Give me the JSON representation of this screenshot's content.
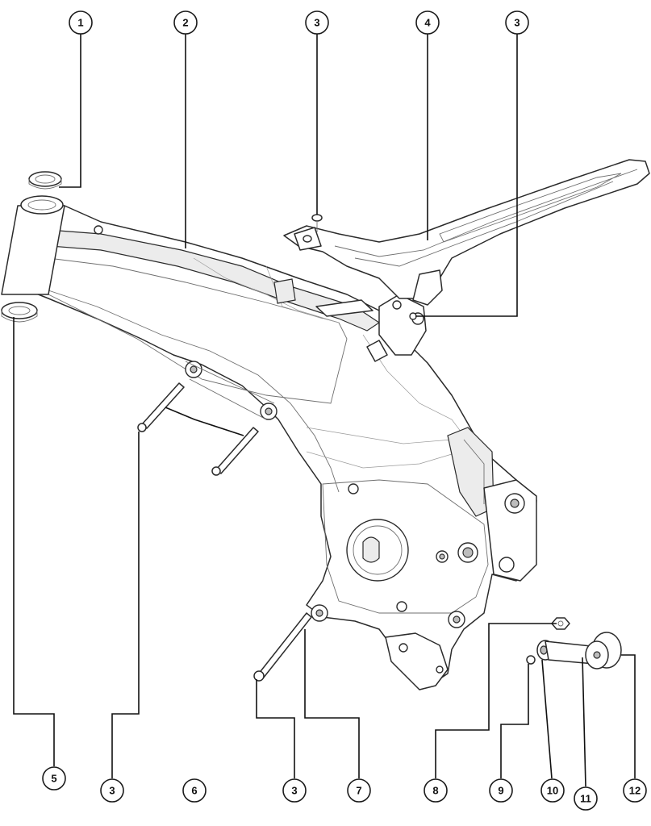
{
  "colors": {
    "line": "#2b2b2b",
    "background": "#ffffff",
    "shade": "#ececec"
  },
  "callouts": [
    {
      "id": "c1",
      "label": "1"
    },
    {
      "id": "c2",
      "label": "2"
    },
    {
      "id": "c3a",
      "label": "3"
    },
    {
      "id": "c4",
      "label": "4"
    },
    {
      "id": "c3b",
      "label": "3"
    },
    {
      "id": "c5",
      "label": "5"
    },
    {
      "id": "c3c",
      "label": "3"
    },
    {
      "id": "c6",
      "label": "6"
    },
    {
      "id": "c3d",
      "label": "3"
    },
    {
      "id": "c7",
      "label": "7"
    },
    {
      "id": "c8",
      "label": "8"
    },
    {
      "id": "c9",
      "label": "9"
    },
    {
      "id": "c10",
      "label": "10"
    },
    {
      "id": "c11",
      "label": "11"
    },
    {
      "id": "c12",
      "label": "12"
    }
  ]
}
